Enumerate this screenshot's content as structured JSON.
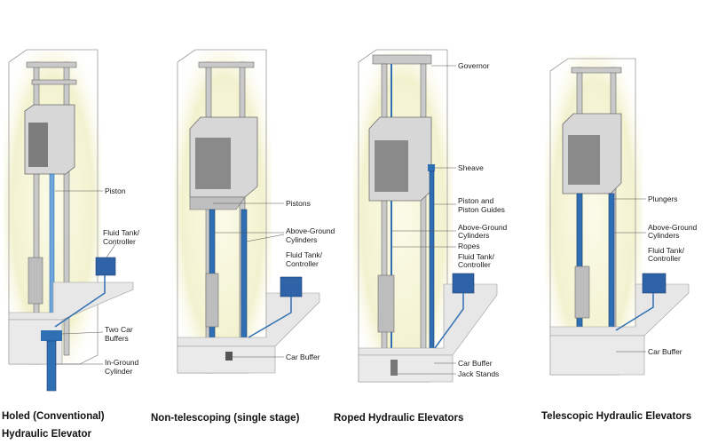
{
  "diagram": {
    "colors": {
      "shaft_glow": "#f4f3d8",
      "shaft_line": "#8f8f8f",
      "rail": "#c9c9c9",
      "rail_dark": "#6b6b6b",
      "car": "#d7d7d7",
      "car_dark": "#9a9a9a",
      "cylinder": "#2f6fb3",
      "cylinder_light": "#6fa7dc",
      "tank": "#2e63a8",
      "floor": "#e7e7e7",
      "floor_dark": "#b9b9b9",
      "leader": "#555555"
    },
    "panels": [
      {
        "caption": "Holed (Conventional)",
        "caption_extra": "Hydraulic Elevator",
        "labels": [
          "Piston",
          "Fluid Tank/",
          "Controller",
          "Two Car",
          "Buffers",
          "In-Ground",
          "Cylinder"
        ]
      },
      {
        "caption": "Non-telescoping (single stage)",
        "labels": [
          "Pistons",
          "Above-Ground",
          "Cylinders",
          "Fluid Tank/",
          "Controller",
          "Car Buffer"
        ]
      },
      {
        "caption": "Roped Hydraulic Elevators",
        "labels": [
          "Governor",
          "Sheave",
          "Piston and",
          "Piston Guides",
          "Above-Ground",
          "Cylinders",
          "Ropes",
          "Fluid Tank/",
          "Controller",
          "Car Buffer",
          "Jack Stands"
        ]
      },
      {
        "caption": "Telescopic Hydraulic Elevators",
        "labels": [
          "Plungers",
          "Above-Ground",
          "Cylinders",
          "Fluid Tank/",
          "Controller",
          "Car Buffer"
        ]
      }
    ]
  }
}
